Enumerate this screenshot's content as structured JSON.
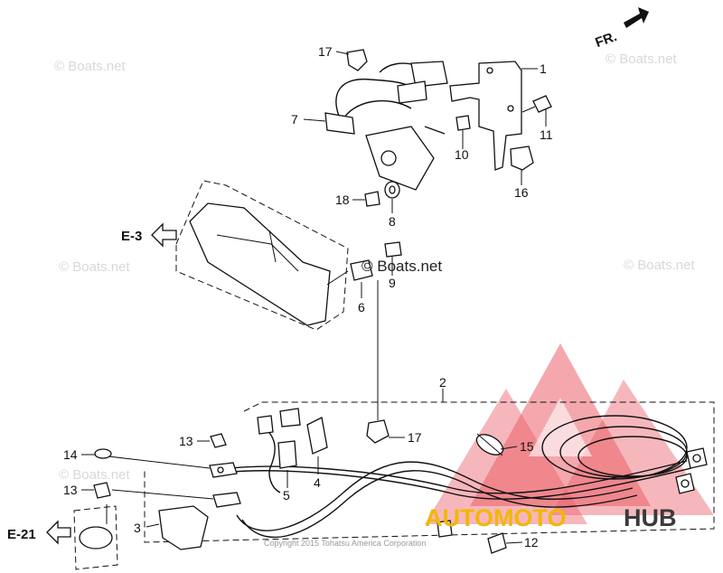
{
  "direction_label": "FR.",
  "reference_labels": {
    "e3": "E-3",
    "e21": "E-21"
  },
  "callouts": [
    "1",
    "2",
    "3",
    "4",
    "5",
    "6",
    "7",
    "8",
    "9",
    "10",
    "11",
    "12",
    "13",
    "13",
    "14",
    "15",
    "16",
    "17",
    "17",
    "18"
  ],
  "watermarks": {
    "faint": "© Boats.net",
    "center": "© Boats.net"
  },
  "copyright": "Copyright 2015 Tohatsu America Corporation",
  "logo": {
    "word_a": "AUTOMOTO",
    "word_b": "HUB",
    "colors": {
      "triangle": "#e8454f",
      "accent": "#f2b705",
      "dark": "#3a3a3a"
    }
  }
}
